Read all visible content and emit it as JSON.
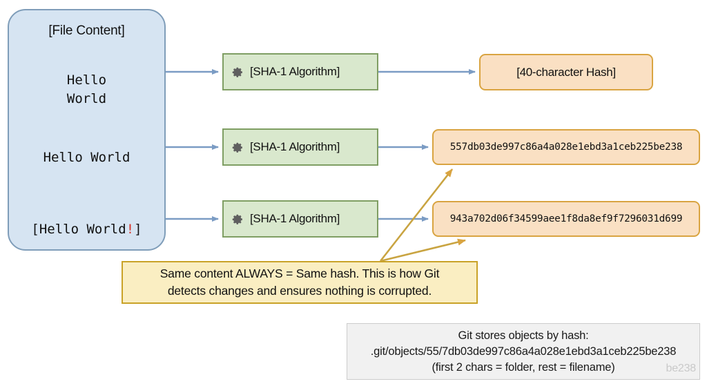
{
  "diagram": {
    "file_panel": {
      "title": "[File Content]",
      "lines": [
        {
          "text_a": "Hello",
          "text_b": "World"
        },
        {
          "text": "Hello World"
        },
        {
          "prefix": "[Hello World",
          "bang": "!",
          "suffix": "]"
        }
      ]
    },
    "processors": [
      {
        "icon": "gear-icon",
        "label": "[SHA-1 Algorithm]"
      },
      {
        "icon": "gear-icon",
        "label": "[SHA-1 Algorithm]"
      },
      {
        "icon": "gear-icon",
        "label": "[SHA-1 Algorithm]"
      }
    ],
    "outputs": [
      {
        "label": "[40-character Hash]"
      },
      {
        "label": "557db03de997c86a4a028e1ebd3a1ceb225be238"
      },
      {
        "label": "943a702d06f34599aee1f8da8ef9f7296031d699"
      }
    ],
    "callout": {
      "line1": "Same content ALWAYS = Same hash. This is how Git",
      "line2": "detects changes and ensures nothing is corrupted."
    },
    "footer": {
      "line1": "Git stores objects by hash:",
      "line2": ".git/objects/55/7db03de997c86a4a028e1ebd3a1ceb225be238",
      "line3": "(first 2 chars = folder, rest = filename)",
      "watermark": "be238"
    },
    "colors": {
      "panel_fill": "#d6e4f2",
      "panel_stroke": "#7f9db9",
      "process_fill": "#d9e8cd",
      "process_stroke": "#7f9e63",
      "output_fill": "#fae0c3",
      "output_stroke": "#d9a441",
      "callout_fill": "#faeec2",
      "callout_stroke": "#c9a227",
      "flow_arrow": "#7b9cc4",
      "note_arrow": "#c9a227",
      "accent_bang": "#d93025"
    }
  }
}
